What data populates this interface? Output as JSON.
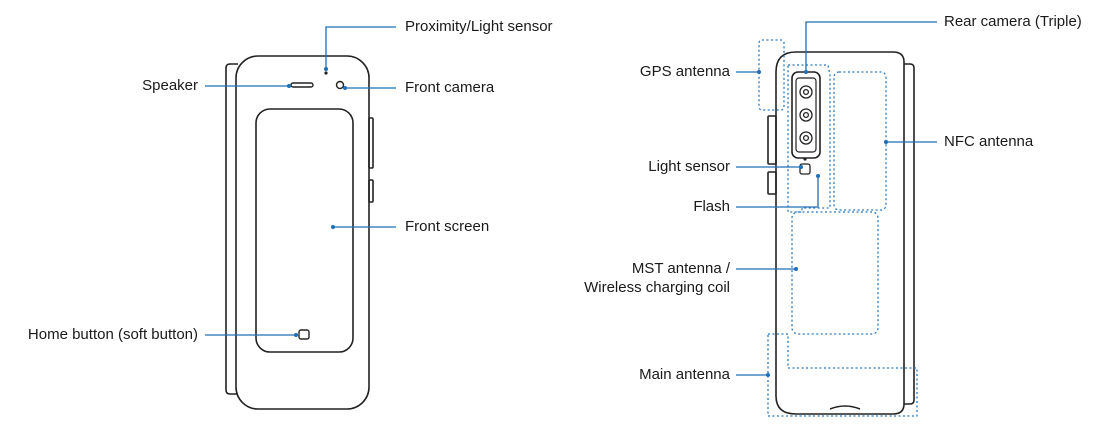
{
  "front": {
    "proximity_sensor": "Proximity/Light sensor",
    "speaker": "Speaker",
    "front_camera": "Front camera",
    "front_screen": "Front screen",
    "home_button": "Home button (soft button)"
  },
  "rear": {
    "rear_camera": "Rear camera (Triple)",
    "gps_antenna": "GPS antenna",
    "nfc_antenna": "NFC antenna",
    "light_sensor": "Light sensor",
    "flash": "Flash",
    "mst_line1": "MST antenna /",
    "mst_line2": "Wireless charging coil",
    "main_antenna": "Main antenna"
  },
  "colors": {
    "leader": "#1e6fb5",
    "outline": "#222222",
    "dotted": "#2a78bd"
  }
}
